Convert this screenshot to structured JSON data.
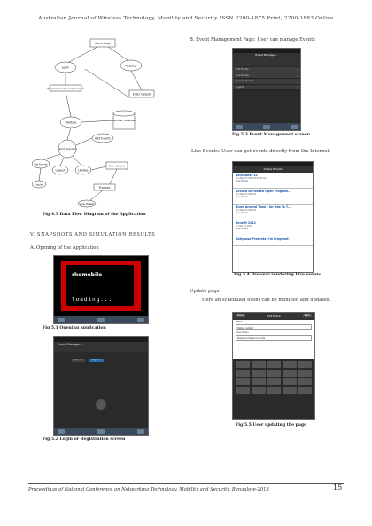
{
  "header": "Australian Journal of Wireless Technology, Mobility and Security ISSN 2200-1875 Print, 2200-1883 Online",
  "right_col": {
    "b_heading": "B.   Event Management Page: User can manage Events",
    "fig53_cap": "Fig 5.3 Event Management screen",
    "live_text": "Live Events: User can get events directly from the Internet.",
    "fig54_cap": "Fig 5.4 Browser rendering Live events",
    "update_heading": "Update page",
    "update_text": "Here an scheduled event can be modified and updated.",
    "fig55_cap": "Fig 5.5 User updating the page"
  },
  "left_col": {
    "fig43_cap": "Fig 4.3 Data Flow Diagram of the Application",
    "section_v": "V.   SNAPSHOTS AND SIMULATION RESULTS",
    "section_a": "A.   Opening of the Application",
    "fig51_cap": "Fig 5.1 Opening application",
    "fig52_cap": "Fig 5.2 Login or Registration screen"
  },
  "diagram": {
    "home_page": "Home Page",
    "login": "Login",
    "register": "Register",
    "forgot": "Forgot Username and Password",
    "enter_details": "Enter Details",
    "validate": "Validate",
    "member_db": "Member Database",
    "select_operation": "Select Operation",
    "add_events": "Add Events",
    "list_events": "List Events",
    "upload": "Upload",
    "enter_details2": "Enter Details",
    "display": "Display",
    "update": "Update",
    "logout": "Logout",
    "proceed": "Proceed",
    "view_details": "View Details"
  },
  "screens": {
    "event_manager_title": "Event Manager...",
    "opening_logo": "rhomobile",
    "loading": "loading...",
    "sign_in": "Sign in",
    "sign_up": "Sign up",
    "menu_items": [
      "Add Events",
      "Live Events",
      "Manage Events",
      "Logout"
    ],
    "online_events_title": "Online Events",
    "live_events": [
      {
        "title": "Vanchanar-12",
        "sub": "Thu May 03 2012 at 09:00 am",
        "link": "View Details"
      },
      {
        "title": "Second Art-Based Open Program...",
        "sub": "Thu May 03 2012 at",
        "link": "View Details"
      },
      {
        "title": "Blues Around Town - An Ode To T...",
        "sub": "Thu May 03 2012 at",
        "link": "View Details"
      },
      {
        "title": "Benefit 2012",
        "sub": "Fri May 04 2012",
        "link": "View Details"
      },
      {
        "title": "Abhyaasa Presents 'I'm Pregnant'",
        "sub": "",
        "link": ""
      }
    ],
    "edit_event": "Edit Event",
    "done": "Done",
    "back": "Back",
    "field_name": "Name",
    "field_name_val": "Rahul (voter)",
    "field_desc": "Description",
    "field_desc_val": "Ruby conference India"
  },
  "footer": {
    "left": "Proceedings of National Conference on Networking Technology, Mobility and Security, Bangalore-2013",
    "page": "15"
  }
}
